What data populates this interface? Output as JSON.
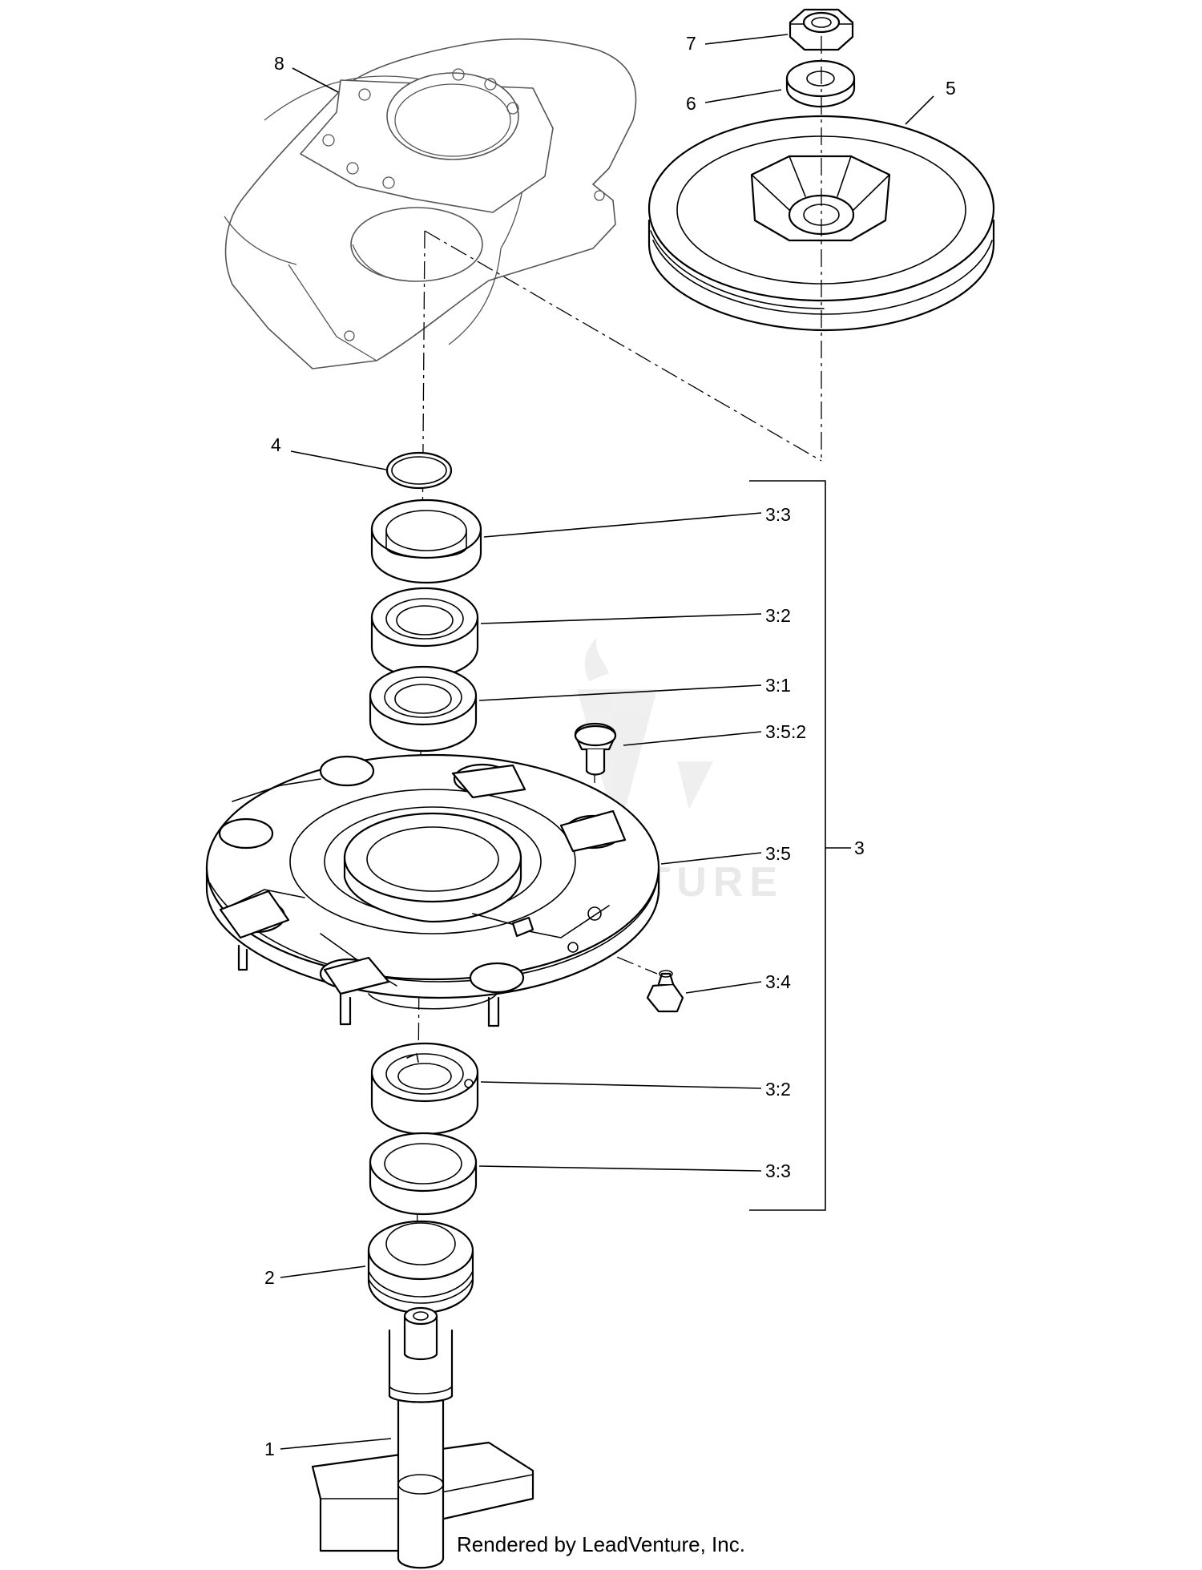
{
  "watermark": "LEADVENTURE",
  "footer": "Rendered by LeadVenture, Inc.",
  "callouts": {
    "c7": "7",
    "c8": "8",
    "c6": "6",
    "c5": "5",
    "c4": "4",
    "c3_3_top": "3:3",
    "c3_2_top": "3:2",
    "c3_1": "3:1",
    "c3_5_2": "3:5:2",
    "c3_5": "3:5",
    "c3": "3",
    "c3_4": "3:4",
    "c3_2_bottom": "3:2",
    "c3_3_bottom": "3:3",
    "c2": "2",
    "c1": "1"
  }
}
